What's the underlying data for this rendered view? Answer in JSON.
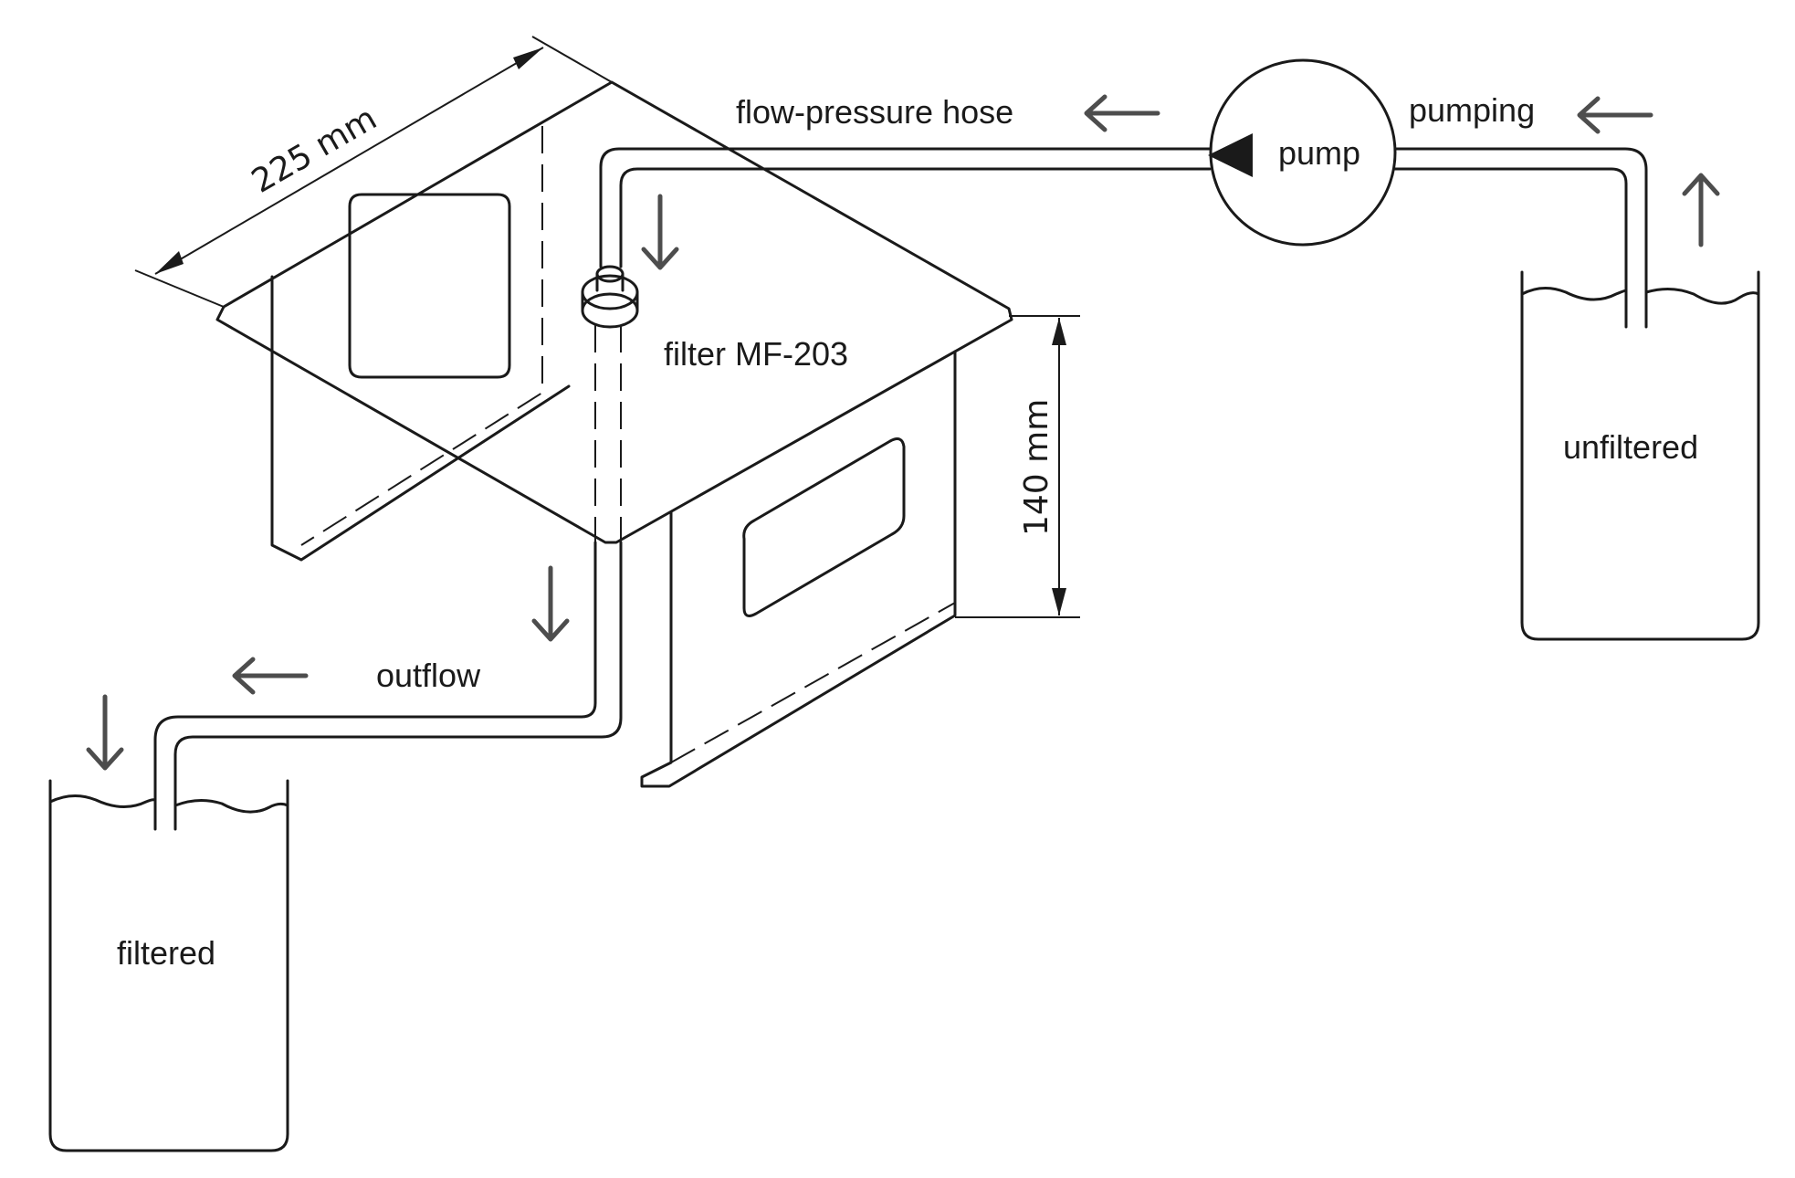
{
  "labels": {
    "hose": "flow-pressure hose",
    "pump": "pump",
    "pumping": "pumping",
    "filter": "filter MF-203",
    "unfiltered": "unfiltered",
    "outflow": "outflow",
    "filtered": "filtered"
  },
  "dimensions": {
    "width": "225 mm",
    "height": "140 mm"
  },
  "colors": {
    "line": "#1a1a1a",
    "arrow": "#4d4d4d",
    "background": "#ffffff"
  }
}
